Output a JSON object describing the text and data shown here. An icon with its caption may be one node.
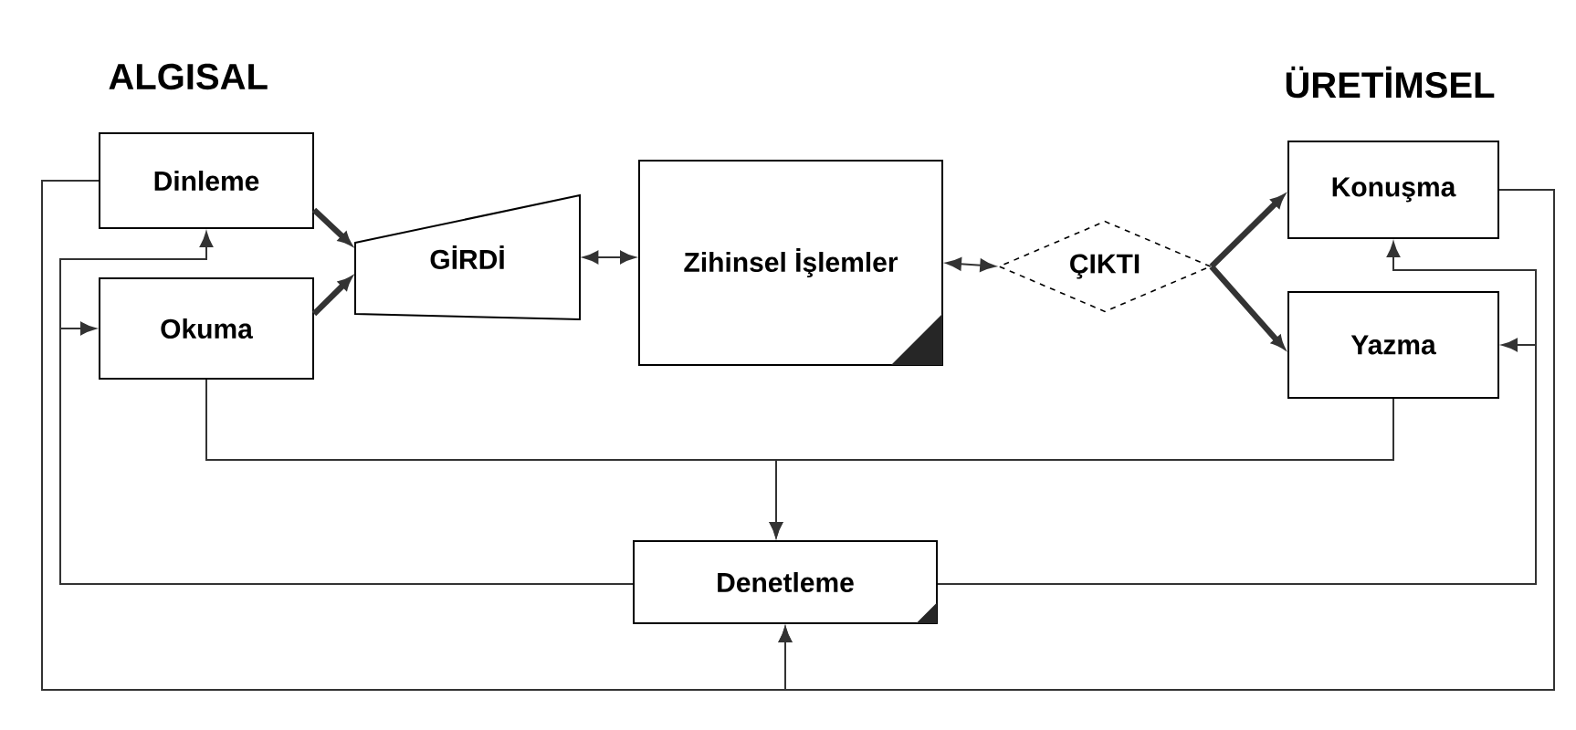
{
  "diagram": {
    "nodes": [
      {
        "text": [
          "Dinleme"
        ]
      },
      {
        "text": [
          "Okuma"
        ]
      },
      {
        "text": [
          "GİRDİ"
        ]
      },
      {
        "text": [
          "Zihinsel İşlemler"
        ]
      },
      {
        "text": [
          "ÇIKTI"
        ]
      },
      {
        "text": [
          "Konuşma"
        ]
      },
      {
        "text": [
          "Yazma"
        ]
      },
      {
        "text": [
          "Denetleme"
        ]
      }
    ],
    "edges": [
      {
        "from": 0,
        "to": 2,
        "arrow": "to",
        "style": "thick"
      },
      {
        "from": 1,
        "to": 2,
        "arrow": "to",
        "style": "thick"
      },
      {
        "from": 2,
        "to": 3,
        "arrow": "both"
      },
      {
        "from": 3,
        "to": 4,
        "arrow": "both"
      },
      {
        "from": 4,
        "to": 5,
        "arrow": "to",
        "style": "thick"
      },
      {
        "from": 4,
        "to": 6,
        "arrow": "to",
        "style": "thick"
      },
      {
        "from": 1,
        "to": 7,
        "arrow": "to"
      },
      {
        "from": 6,
        "to": 7,
        "arrow": "to"
      },
      {
        "from": 7,
        "to": 0,
        "arrow": "to"
      },
      {
        "from": 7,
        "to": 1,
        "arrow": "to"
      },
      {
        "from": 7,
        "to": 5,
        "arrow": "to"
      },
      {
        "from": 7,
        "to": 6,
        "arrow": "to"
      },
      {
        "from": 0,
        "to": 7,
        "arrow": "to"
      },
      {
        "from": 5,
        "to": 7,
        "arrow": "to"
      }
    ],
    "labels": [
      "ALGISAL",
      "ÜRETİMSEL"
    ]
  }
}
